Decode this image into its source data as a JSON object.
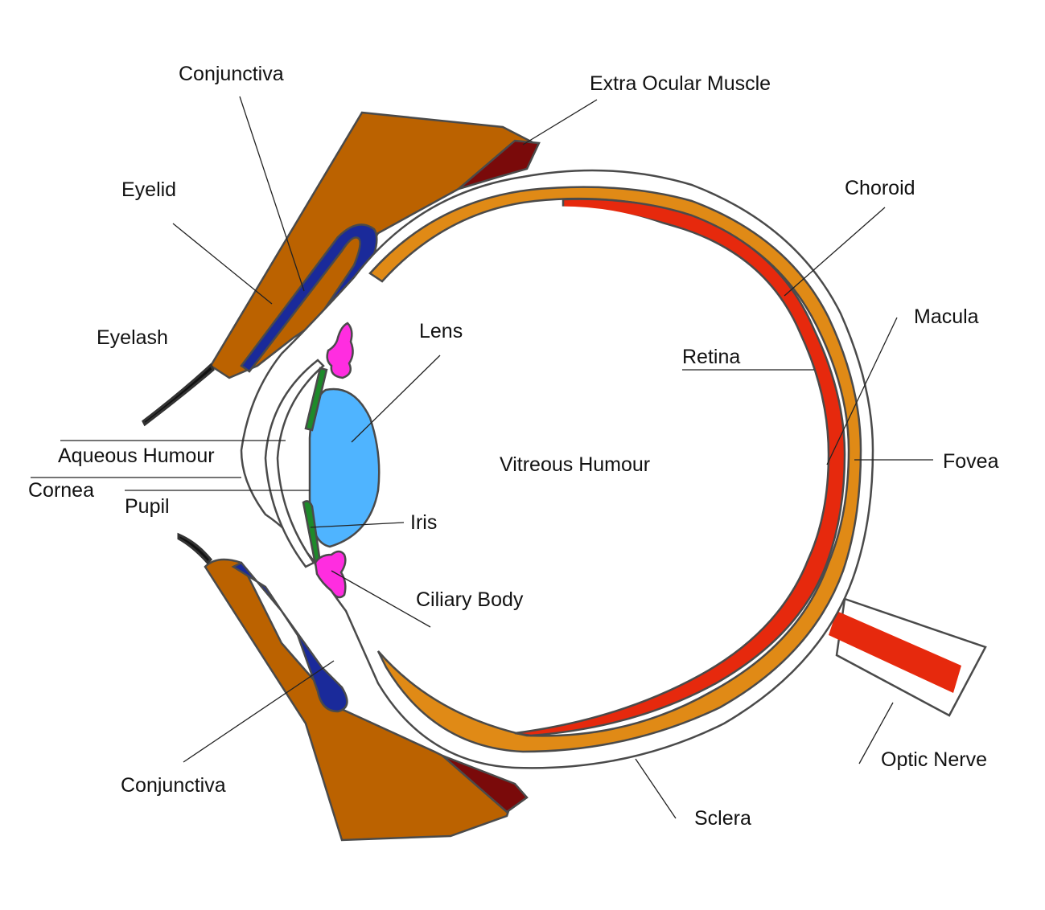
{
  "colors": {
    "background": "#ffffff",
    "eyelid": "#bb6200",
    "conjunctiva": "#1a2a9a",
    "extra_ocular_muscle": "#7a0a0a",
    "choroid": "#e08a16",
    "retina": "#e6290d",
    "sclera": "#ffffff",
    "lens": "#4fb4ff",
    "ciliary_body": "#ff2de0",
    "iris": "#1e8a2a",
    "eyelash": "#111111",
    "outline": "#4a4a4a"
  },
  "labels": {
    "conjunctiva_top": "Conjunctiva",
    "extra_ocular_muscle": "Extra Ocular Muscle",
    "eyelid": "Eyelid",
    "choroid": "Choroid",
    "macula": "Macula",
    "eyelash": "Eyelash",
    "lens": "Lens",
    "retina": "Retina",
    "aqueous_humour": "Aqueous Humour",
    "vitreous_humour": "Vitreous Humour",
    "fovea": "Fovea",
    "cornea": "Cornea",
    "pupil": "Pupil",
    "iris": "Iris",
    "ciliary_body": "Ciliary Body",
    "conjunctiva_bottom": "Conjunctiva",
    "optic_nerve": "Optic Nerve",
    "sclera": "Sclera"
  }
}
